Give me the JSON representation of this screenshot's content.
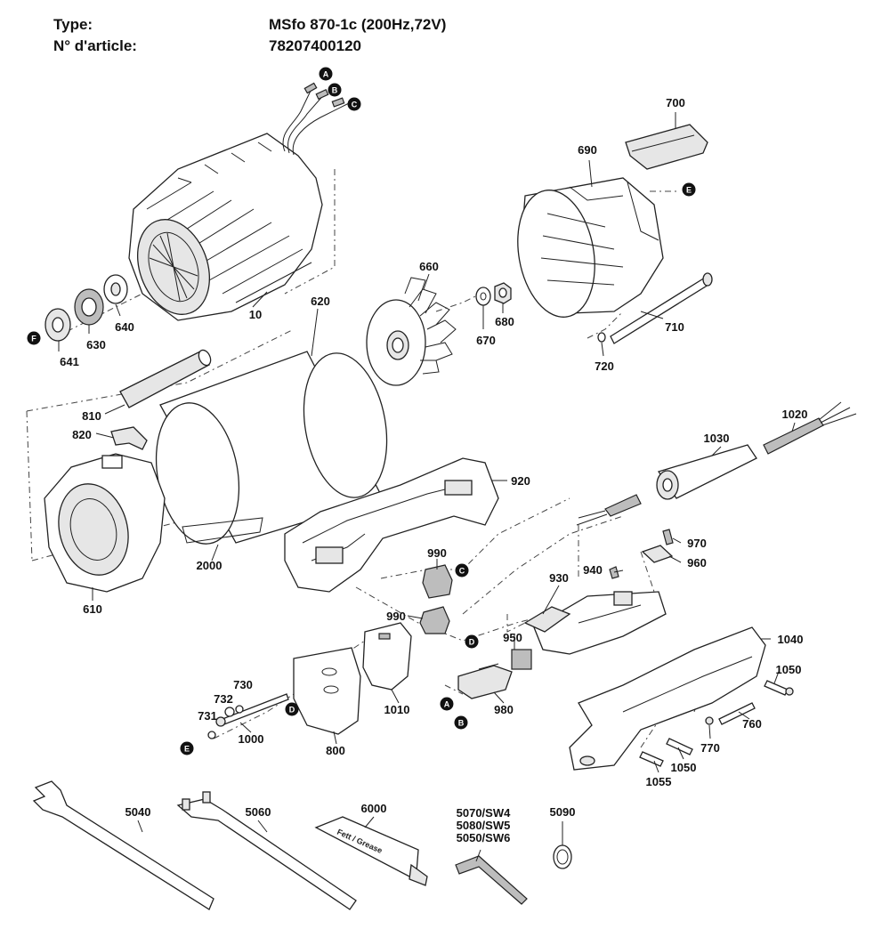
{
  "header": {
    "type_label": "Type:",
    "type_value": "MSfo 870-1c (200Hz,72V)",
    "article_label": "N° d'article:",
    "article_value": "78207400120"
  },
  "parts": {
    "p10": "10",
    "p610": "610",
    "p620": "620",
    "p630": "630",
    "p640": "640",
    "p641": "641",
    "p660": "660",
    "p670": "670",
    "p680": "680",
    "p690": "690",
    "p700": "700",
    "p710": "710",
    "p720": "720",
    "p730": "730",
    "p731": "731",
    "p732": "732",
    "p760": "760",
    "p770": "770",
    "p800": "800",
    "p810": "810",
    "p820": "820",
    "p920": "920",
    "p930": "930",
    "p940": "940",
    "p950": "950",
    "p960": "960",
    "p970": "970",
    "p980": "980",
    "p990a": "990",
    "p990b": "990",
    "p1000": "1000",
    "p1010": "1010",
    "p1020": "1020",
    "p1030": "1030",
    "p1040": "1040",
    "p1050a": "1050",
    "p1050b": "1050",
    "p1055": "1055",
    "p2000": "2000",
    "p5040": "5040",
    "p5060": "5060",
    "p6000": "6000",
    "p5090": "5090",
    "p5070": "5070/SW4",
    "p5080": "5080/SW5",
    "p5050": "5050/SW6"
  },
  "markers": {
    "A": "A",
    "B": "B",
    "C": "C",
    "D": "D",
    "E": "E",
    "F": "F"
  },
  "tube_text": "Fett / Grease"
}
